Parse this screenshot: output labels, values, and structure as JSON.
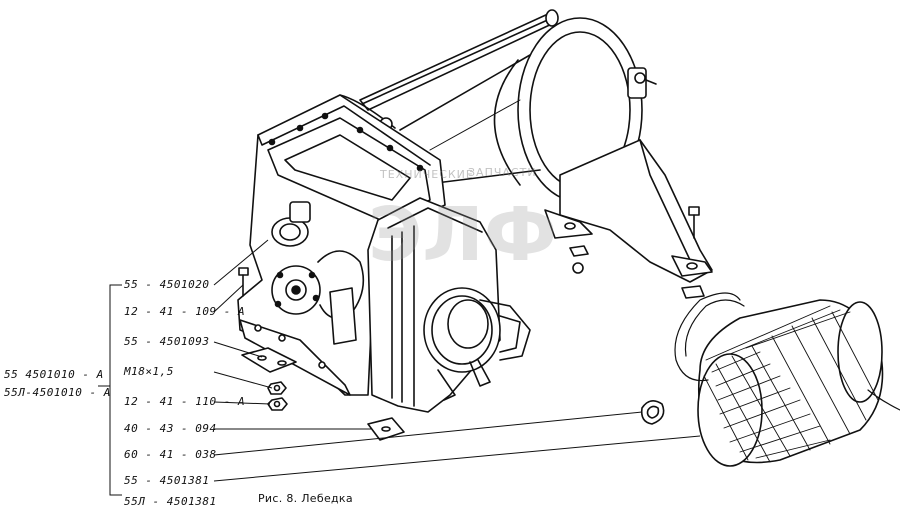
{
  "caption": "Рис. 8. Лебедка",
  "watermark": {
    "top_text": "ТЕХНИЧЕСКИЕ",
    "right_text": "ЗАПЧАСТИ",
    "logo_text": "ЭЛФ"
  },
  "assembly_labels": [
    {
      "id": "asm-1",
      "text": "55  4501010 - А"
    },
    {
      "id": "asm-2",
      "text": "55Л-4501010 - А"
    }
  ],
  "part_labels": [
    {
      "id": "p1",
      "text": "55 - 4501020"
    },
    {
      "id": "p2",
      "text": "12 - 41 - 109 - А"
    },
    {
      "id": "p3",
      "text": "55 - 4501093"
    },
    {
      "id": "p4",
      "text": "М18×1,5"
    },
    {
      "id": "p5",
      "text": "12 - 41 - 110 - А"
    },
    {
      "id": "p6",
      "text": "40 - 43 - 094"
    },
    {
      "id": "p7",
      "text": "60 - 41 - 038"
    },
    {
      "id": "p8",
      "text": "55 - 4501381"
    },
    {
      "id": "p9",
      "text": "55Л - 4501381"
    }
  ]
}
